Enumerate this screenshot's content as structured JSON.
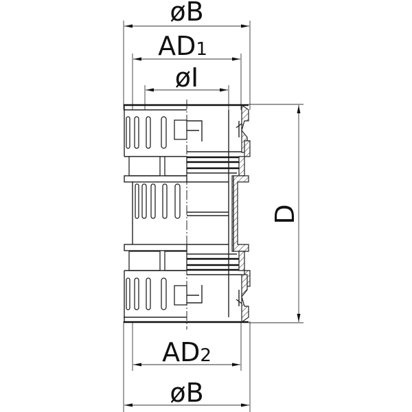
{
  "drawing": {
    "type": "technical dimension drawing",
    "subject": "conduit coupling (half section view)",
    "colors": {
      "line": "#222222",
      "background": "#ffffff"
    }
  },
  "dimensions": {
    "top_B": {
      "symbol": "ø",
      "label": "B"
    },
    "AD1": {
      "label": "AD",
      "subscript": "1"
    },
    "I": {
      "symbol": "ø",
      "label": "I"
    },
    "D": {
      "label": "D"
    },
    "AD2": {
      "label": "AD",
      "subscript": "2"
    },
    "bottom_B": {
      "symbol": "ø",
      "label": "B"
    }
  }
}
